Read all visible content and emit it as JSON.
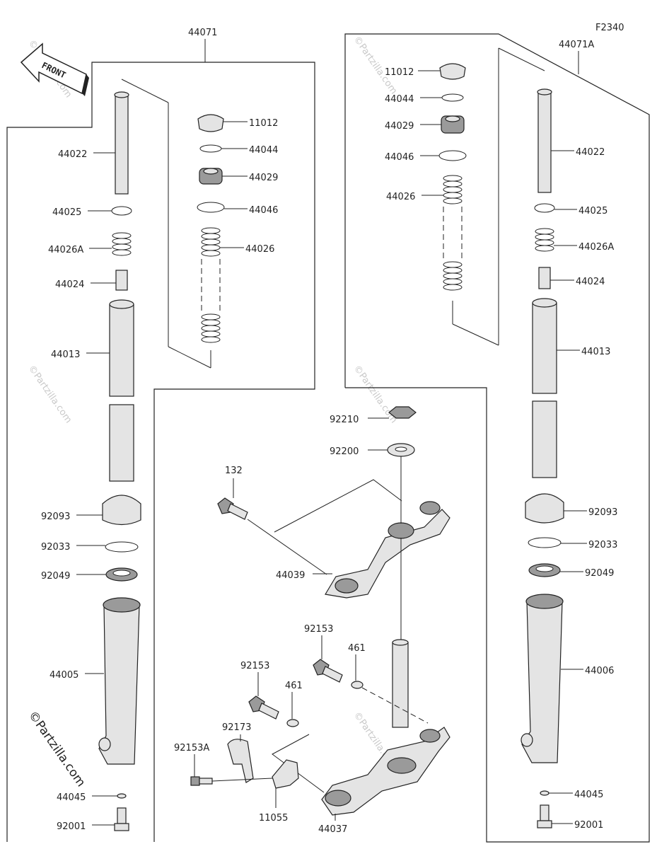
{
  "figure_code": "F2340",
  "front_label": "FRONT",
  "watermark": "©Partzilla.com",
  "assemblies": {
    "left": "44071",
    "right": "44071A"
  },
  "labels": {
    "l_44022": "44022",
    "l_44025": "44025",
    "l_44026A": "44026A",
    "l_44024": "44024",
    "l_44013": "44013",
    "l_92093": "92093",
    "l_92033": "92033",
    "l_92049": "92049",
    "l_44005": "44005",
    "l_44045": "44045",
    "l_92001": "92001",
    "l_11012": "11012",
    "l_44044": "44044",
    "l_44029": "44029",
    "l_44046": "44046",
    "l_44026": "44026",
    "r_11012": "11012",
    "r_44044": "44044",
    "r_44029": "44029",
    "r_44046": "44046",
    "r_44026": "44026",
    "r_44022": "44022",
    "r_44025": "44025",
    "r_44026A": "44026A",
    "r_44024": "44024",
    "r_44013": "44013",
    "r_92093": "92093",
    "r_92033": "92033",
    "r_92049": "92049",
    "r_44006": "44006",
    "r_44045": "44045",
    "r_92001": "92001",
    "c_92210": "92210",
    "c_92200": "92200",
    "c_132": "132",
    "c_44039": "44039",
    "c_92153a": "92153",
    "c_461a": "461",
    "c_92153b": "92153",
    "c_461b": "461",
    "c_92173": "92173",
    "c_92153A": "92153A",
    "c_11055": "11055",
    "c_44037": "44037"
  }
}
